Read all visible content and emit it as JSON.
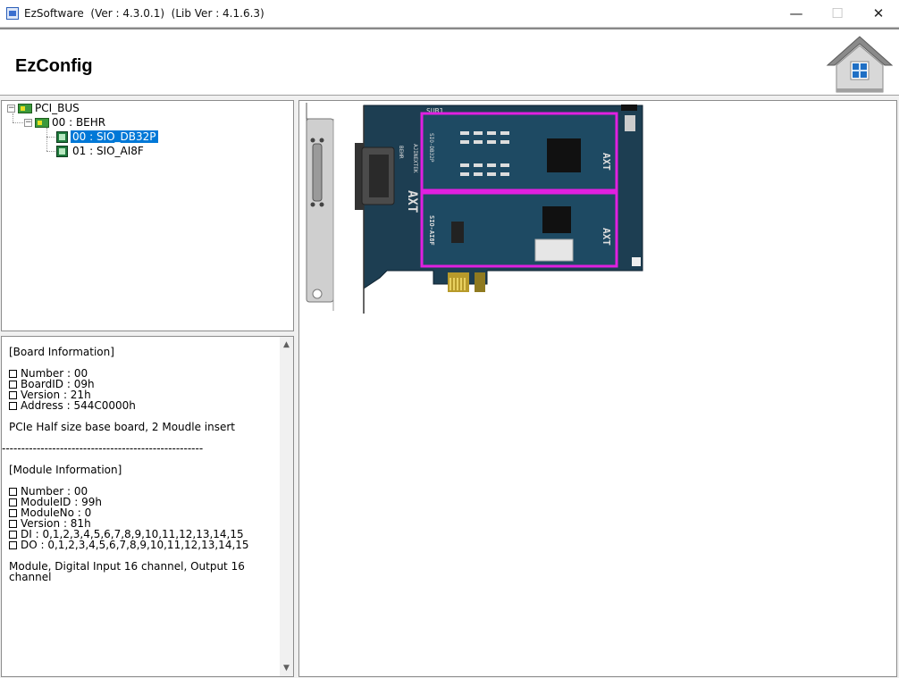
{
  "window": {
    "title": "EzSoftware  (Ver : 4.3.0.1)  (Lib Ver : 4.1.6.3)",
    "minimize_glyph": "—",
    "maximize_glyph": "☐",
    "close_glyph": "✕"
  },
  "header": {
    "app_name": "EzConfig",
    "home_icon": "home-icon"
  },
  "tree": {
    "bus_label": "PCI_BUS",
    "board_label": "00 : BEHR",
    "modules": [
      {
        "label": "00 : SIO_DB32P",
        "selected": true
      },
      {
        "label": "01 : SIO_AI8F",
        "selected": false
      }
    ],
    "expander_glyph": "−"
  },
  "info": {
    "board_heading": "[Board Information]",
    "board_number": "Number : 00",
    "board_id": "BoardID : 09h",
    "board_version": "Version : 21h",
    "board_address": "Address : 544C0000h",
    "board_desc": "PCIe Half size base board, 2 Moudle insert",
    "separator": "----------------------------------------------------",
    "module_heading": "[Module Information]",
    "module_number": "Number : 00",
    "module_id": "ModuleID : 99h",
    "module_no": "ModuleNo : 0",
    "module_version": "Version : 81h",
    "module_di": "DI : 0,1,2,3,4,5,6,7,8,9,10,11,12,13,14,15",
    "module_do": "DO : 0,1,2,3,4,5,6,7,8,9,10,11,12,13,14,15",
    "module_desc": "Module, Digital Input 16 channel, Output 16 channel",
    "scroll_up_glyph": "▲",
    "scroll_down_glyph": "▼"
  },
  "board_image": {
    "silk": {
      "sub1": "SUB1",
      "brand": "AJINEXTEK",
      "logo": "AXT",
      "base_name": "BEHR",
      "module_a": "SIO-DB32P",
      "module_b": "SIO-AI8F"
    },
    "highlight_color": "#e020e0",
    "pcb_color": "#1d3e52"
  }
}
